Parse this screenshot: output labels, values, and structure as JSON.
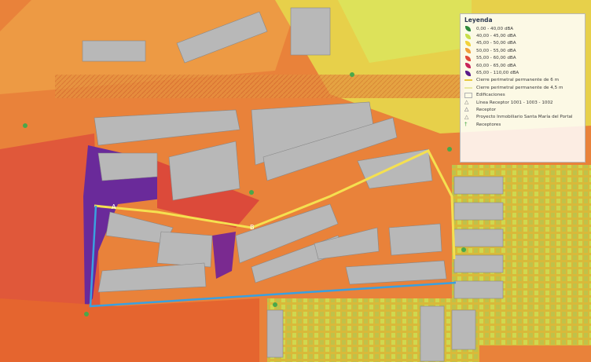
{
  "legend": {
    "title": "Leyenda",
    "items": [
      {
        "label": "0,00 - 40,00 dBA",
        "color": "#2e8b3a",
        "kind": "leaf"
      },
      {
        "label": "40,00 - 45,00 dBA",
        "color": "#c9df4a",
        "kind": "leaf"
      },
      {
        "label": "45,00 - 50,00 dBA",
        "color": "#f2d23a",
        "kind": "leaf"
      },
      {
        "label": "50,00 - 55,00 dBA",
        "color": "#f0a03a",
        "kind": "leaf"
      },
      {
        "label": "55,00 - 60,00 dBA",
        "color": "#e0483a",
        "kind": "leaf"
      },
      {
        "label": "60,00 - 65,00 dBA",
        "color": "#c8245a",
        "kind": "leaf"
      },
      {
        "label": "65,00 - 110,00 dBA",
        "color": "#5a1a8a",
        "kind": "leaf"
      },
      {
        "label": "Cierre perimetral permanente de 6 m",
        "color": "#e8c840",
        "kind": "line"
      },
      {
        "label": "Cierre perimetral permanente de 4,5 m",
        "color": "#e8e8a0",
        "kind": "line"
      },
      {
        "label": "Edificaciones",
        "color": "#b0b0b0",
        "kind": "box"
      },
      {
        "label": "Línea Receptor 1001 - 1003 - 1002",
        "color": "#777777",
        "kind": "triangle"
      },
      {
        "label": "Receptor",
        "color": "#555566",
        "kind": "triangle"
      },
      {
        "label": "Proyecto Inmobiliario Santa María del Portal",
        "color": "#777777",
        "kind": "triangle"
      },
      {
        "label": "Receptores",
        "color": "#4aa84a",
        "kind": "dot"
      }
    ]
  },
  "map_labels": {
    "receptor_a": "A",
    "receptor_b": "B"
  },
  "colors": {
    "background": "#e8783a",
    "building": "#b8b8b8",
    "wall_yellow": "#f5e050",
    "wall_blue": "#3aa0e0",
    "loud_zone": "#6a2a9a"
  }
}
